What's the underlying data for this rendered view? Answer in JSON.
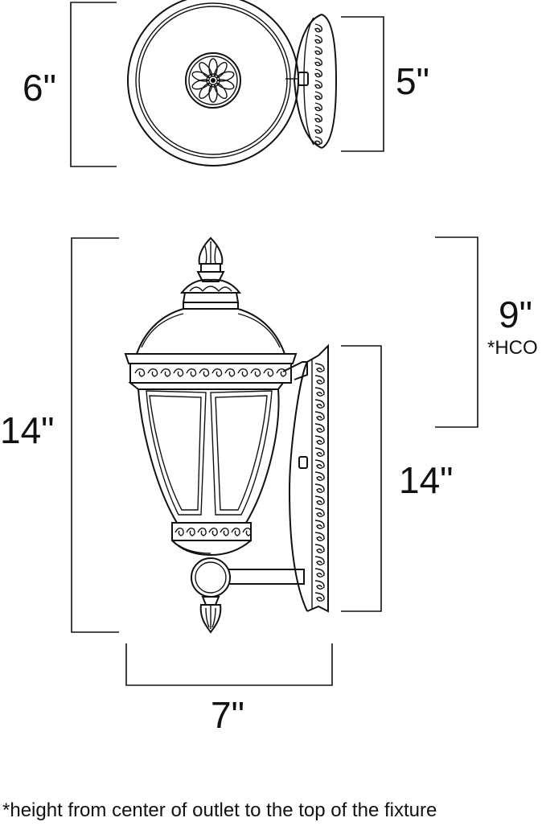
{
  "dimensions": {
    "top_view_depth": "6\"",
    "backplate_width": "5\"",
    "hco": "9\"",
    "hco_label": "*HCO",
    "overall_height": "14\"",
    "backplate_height": "14\"",
    "width": "7\""
  },
  "footnote": "*height from center of outlet to the top of the fixture",
  "icons": [
    "top-view-lantern-icon",
    "side-view-lantern-icon"
  ]
}
